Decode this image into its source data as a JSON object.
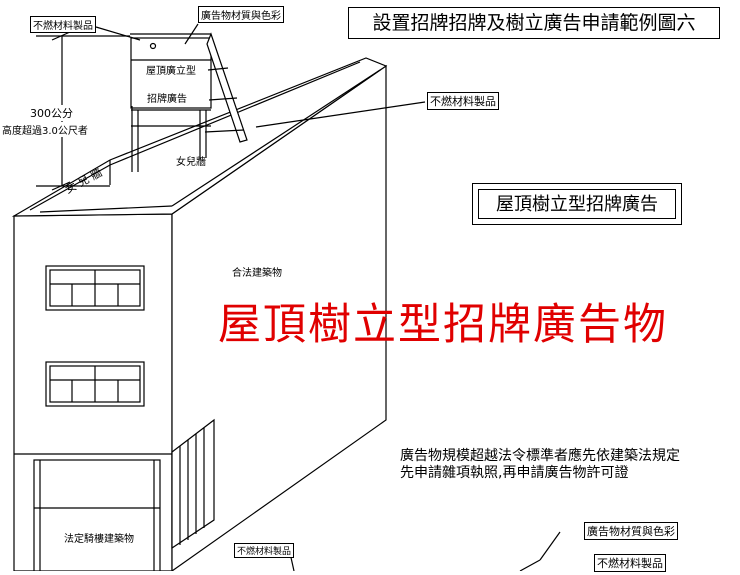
{
  "title": "設置招牌招牌及樹立廣告申請範例圖六",
  "caption": "屋頂樹立型招牌廣告",
  "headline": "屋頂樹立型招牌廣告物",
  "labels": {
    "nonflammable_top": "不燃材料製品",
    "material_color_top": "廣告物材質與色彩",
    "sign_name": "屋頂廣立型",
    "sign_sub": "招牌廣告",
    "height_value": "300公分",
    "height_note": "高度超過3.0公尺者",
    "nonflammable_right": "不燃材料製品",
    "parapet_right": "女兒牆",
    "parapet_left": "女 兒 牆",
    "legal_building": "合法建築物",
    "legal_arcade": "法定騎樓建築物",
    "nonflammable_bottom_left": "不燃材料製品",
    "material_color_bottom": "廣告物材質與色彩",
    "nonflammable_bottom_right": "不燃材料製品"
  },
  "note": {
    "line1": "廣告物規模超越法令標準者應先依建築法規定",
    "line2": "先申請雜項執照,再申請廣告物許可證"
  }
}
